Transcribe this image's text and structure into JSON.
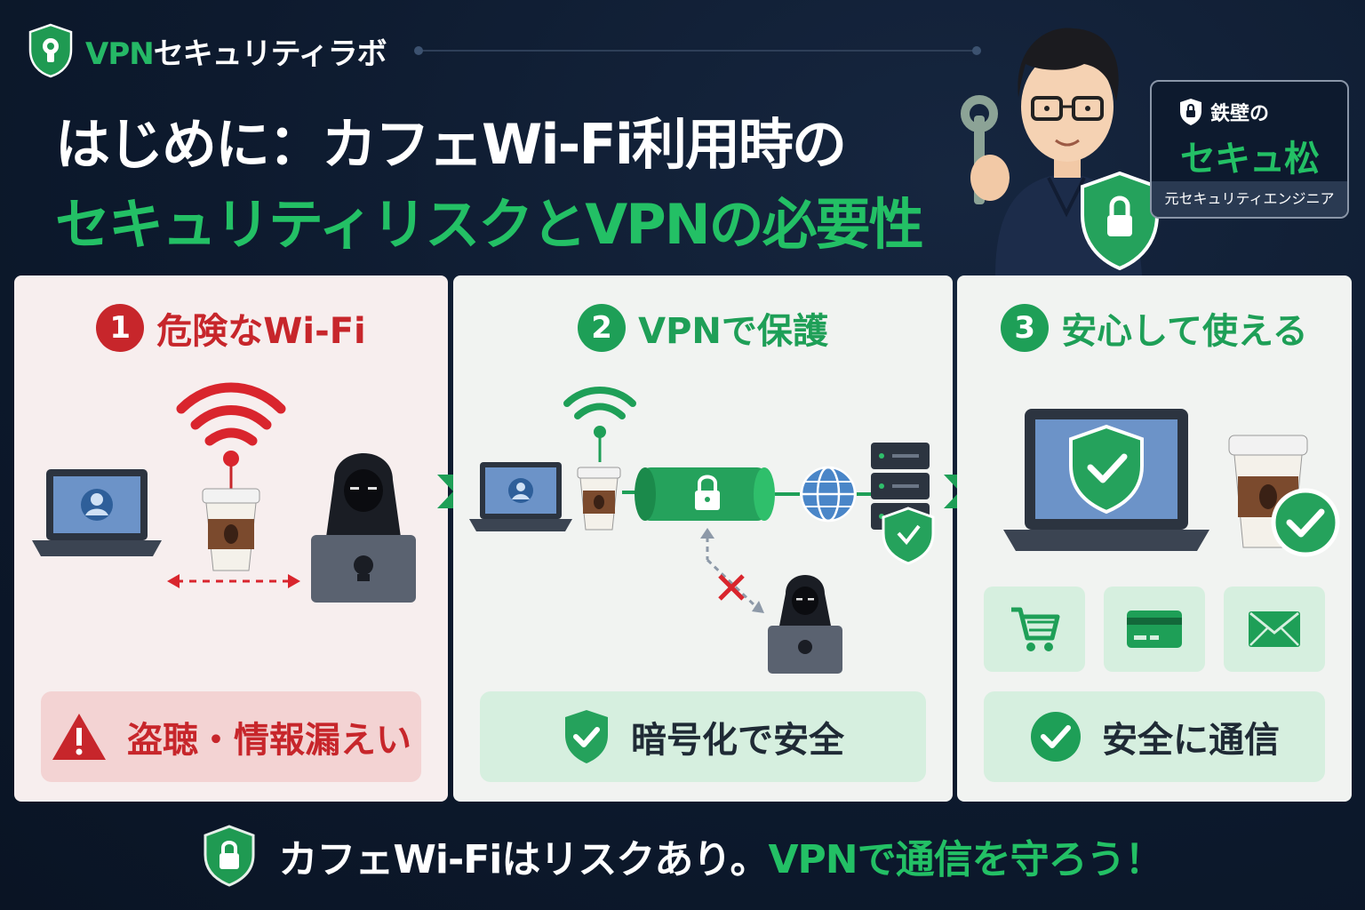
{
  "brand": {
    "prefix": "VPN",
    "suffix": "セキュリティラボ"
  },
  "title": {
    "line1": "はじめに：カフェWi-Fi利用時の",
    "line2": "セキュリティリスクとVPNの必要性"
  },
  "badge": {
    "top": "鉄壁の",
    "name": "セキュ松",
    "role": "元セキュリティエンジニア"
  },
  "steps": [
    {
      "number": "1",
      "heading": "危険なWi-Fi",
      "result": "盗聴・情報漏えい"
    },
    {
      "number": "2",
      "heading": "VPNで保護",
      "result": "暗号化で安全"
    },
    {
      "number": "3",
      "heading": "安心して使える",
      "result": "安全に通信"
    }
  ],
  "footer": {
    "part1": "カフェWi-Fiはリスクあり。",
    "part2": "VPNで通信を守ろう！"
  },
  "colors": {
    "background": "#0d1a2e",
    "green": "#23c065",
    "red": "#c7262b"
  },
  "icons": [
    "shield-icon",
    "wifi-icon",
    "laptop-icon",
    "coffee-icon",
    "hacker-icon",
    "lock-icon",
    "globe-icon",
    "server-icon",
    "cart-icon",
    "card-icon",
    "mail-icon",
    "check-icon",
    "warning-icon"
  ]
}
